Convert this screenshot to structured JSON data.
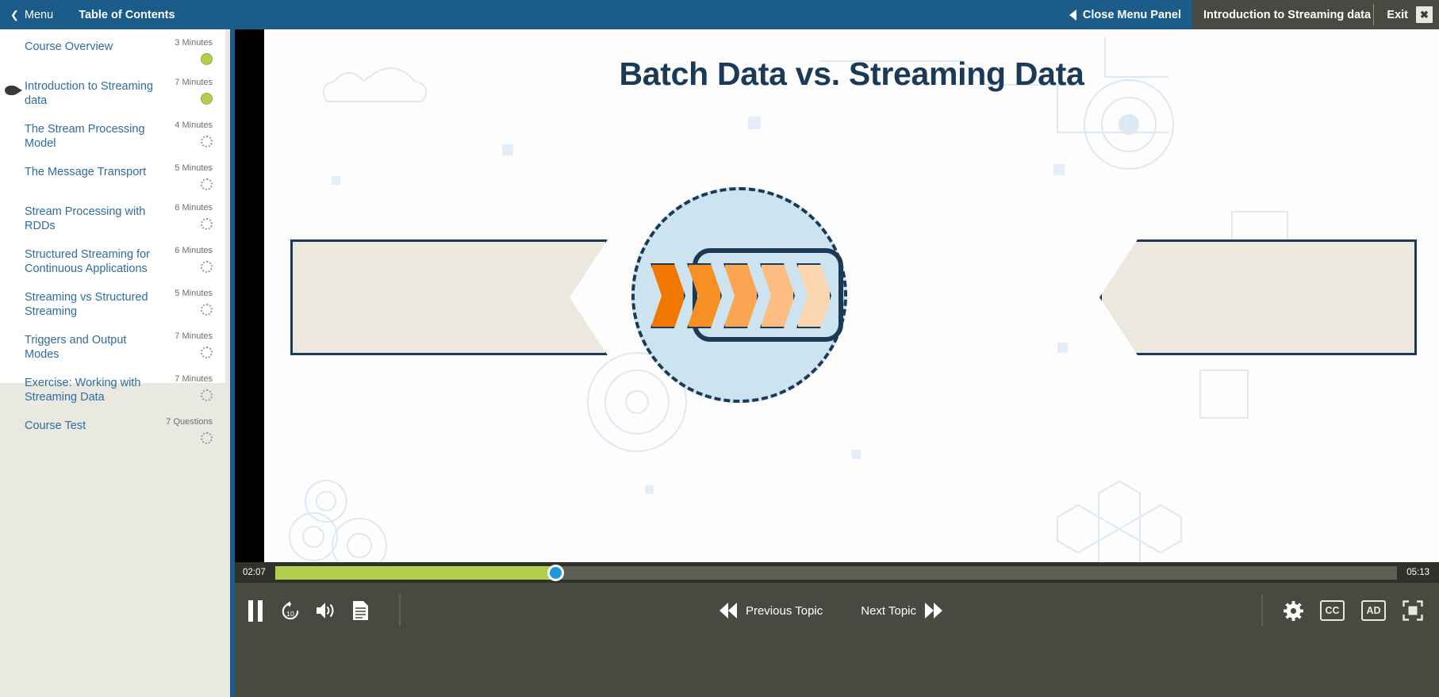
{
  "topbar": {
    "menu_label": "Menu",
    "menu_icon": "chevron-left-icon",
    "toc_label": "Table of Contents",
    "close_panel_label": "Close Menu Panel",
    "close_panel_icon": "triangle-left-icon",
    "topic_title": "Introduction to Streaming data",
    "exit_label": "Exit",
    "exit_close_icon": "✖"
  },
  "sidebar": {
    "items": [
      {
        "title": "Course Overview",
        "duration": "3 Minutes",
        "status": "done",
        "current": false
      },
      {
        "title": "Introduction to Streaming data",
        "duration": "7 Minutes",
        "status": "done",
        "current": true
      },
      {
        "title": "The Stream Processing Model",
        "duration": "4 Minutes",
        "status": "todo",
        "current": false
      },
      {
        "title": "The Message Transport",
        "duration": "5 Minutes",
        "status": "todo",
        "current": false
      },
      {
        "title": "Stream Processing with RDDs",
        "duration": "6 Minutes",
        "status": "todo",
        "current": false
      },
      {
        "title": "Structured Streaming for Continuous Applications",
        "duration": "6 Minutes",
        "status": "todo",
        "current": false
      },
      {
        "title": "Streaming vs Structured Streaming",
        "duration": "5 Minutes",
        "status": "todo",
        "current": false
      },
      {
        "title": "Triggers and Output Modes",
        "duration": "7 Minutes",
        "status": "todo",
        "current": false
      },
      {
        "title": "Exercise: Working with Streaming Data",
        "duration": "7 Minutes",
        "status": "todo",
        "current": false
      },
      {
        "title": "Course Test",
        "duration": "7 Questions",
        "status": "todo",
        "current": false
      }
    ]
  },
  "slide": {
    "title": "Batch Data vs. Streaming Data",
    "chevron_colors": [
      "#f07800",
      "#f68f24",
      "#f9a552",
      "#fbbd81",
      "#fcd6b0"
    ],
    "circle_fill": "#cde4f0",
    "banner_fill": "#ece8dd",
    "outline_color": "#1b3a57"
  },
  "player": {
    "current_time": "02:07",
    "total_time": "05:13",
    "progress_percent": 25,
    "pause_icon": "pause-icon",
    "rewind_label": "10",
    "rewind_icon": "rewind-10-icon",
    "volume_icon": "volume-icon",
    "transcript_icon": "transcript-icon",
    "previous_label": "Previous Topic",
    "next_label": "Next Topic",
    "settings_icon": "gear-icon",
    "cc_label": "CC",
    "ad_label": "AD",
    "fullscreen_icon": "fullscreen-icon",
    "accent_color": "#b2ce4b",
    "scrubber_color": "#1f9bd4"
  }
}
